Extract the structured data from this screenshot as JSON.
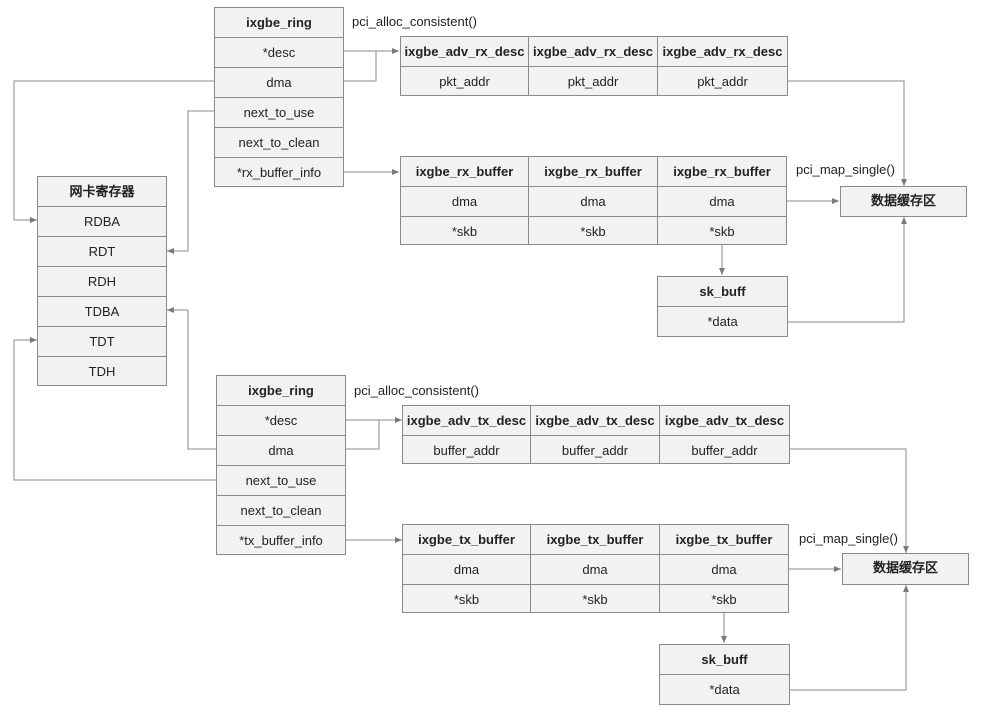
{
  "rx": {
    "ring": {
      "title": "ixgbe_ring",
      "fields": [
        "*desc",
        "dma",
        "next_to_use",
        "next_to_clean",
        "*rx_buffer_info"
      ]
    },
    "alloc_label": "pci_alloc_consistent()",
    "desc": [
      {
        "title": "ixgbe_adv_rx_desc",
        "field": "pkt_addr"
      },
      {
        "title": "ixgbe_adv_rx_desc",
        "field": "pkt_addr"
      },
      {
        "title": "ixgbe_adv_rx_desc",
        "field": "pkt_addr"
      }
    ],
    "buffers": [
      {
        "title": "ixgbe_rx_buffer",
        "f1": "dma",
        "f2": "*skb"
      },
      {
        "title": "ixgbe_rx_buffer",
        "f1": "dma",
        "f2": "*skb"
      },
      {
        "title": "ixgbe_rx_buffer",
        "f1": "dma",
        "f2": "*skb"
      }
    ],
    "map_label": "pci_map_single()",
    "data_buffer": "数据缓存区",
    "skbuff": {
      "title": "sk_buff",
      "field": "*data"
    }
  },
  "nic": {
    "title": "网卡寄存器",
    "regs": [
      "RDBA",
      "RDT",
      "RDH",
      "TDBA",
      "TDT",
      "TDH"
    ]
  },
  "tx": {
    "ring": {
      "title": "ixgbe_ring",
      "fields": [
        "*desc",
        "dma",
        "next_to_use",
        "next_to_clean",
        "*tx_buffer_info"
      ]
    },
    "alloc_label": "pci_alloc_consistent()",
    "desc": [
      {
        "title": "ixgbe_adv_tx_desc",
        "field": "buffer_addr"
      },
      {
        "title": "ixgbe_adv_tx_desc",
        "field": "buffer_addr"
      },
      {
        "title": "ixgbe_adv_tx_desc",
        "field": "buffer_addr"
      }
    ],
    "buffers": [
      {
        "title": "ixgbe_tx_buffer",
        "f1": "dma",
        "f2": "*skb"
      },
      {
        "title": "ixgbe_tx_buffer",
        "f1": "dma",
        "f2": "*skb"
      },
      {
        "title": "ixgbe_tx_buffer",
        "f1": "dma",
        "f2": "*skb"
      }
    ],
    "map_label": "pci_map_single()",
    "data_buffer": "数据缓存区",
    "skbuff": {
      "title": "sk_buff",
      "field": "*data"
    }
  }
}
